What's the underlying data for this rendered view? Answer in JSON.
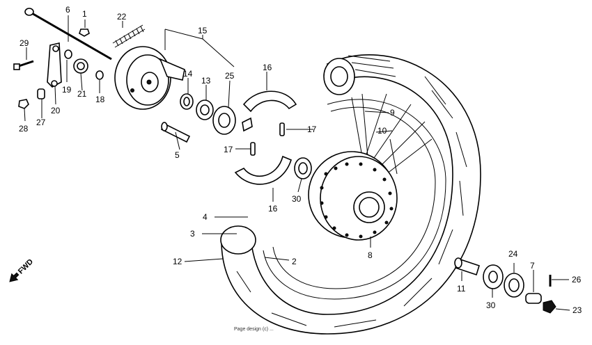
{
  "labels": {
    "p1": "1",
    "p2": "2",
    "p3": "3",
    "p4": "4",
    "p5": "5",
    "p6": "6",
    "p7": "7",
    "p8": "8",
    "p9": "9",
    "p10": "10",
    "p11": "11",
    "p12": "12",
    "p13": "13",
    "p14": "14",
    "p15": "15",
    "p16a": "16",
    "p16b": "16",
    "p17a": "17",
    "p17b": "17",
    "p18": "18",
    "p19": "19",
    "p20": "20",
    "p21": "21",
    "p22": "22",
    "p23": "23",
    "p24": "24",
    "p25": "25",
    "p26": "26",
    "p27": "27",
    "p28": "28",
    "p29": "29",
    "p30a": "30",
    "p30b": "30"
  },
  "fwd_label": "FWD",
  "footer_text": "Page design (c) ..."
}
